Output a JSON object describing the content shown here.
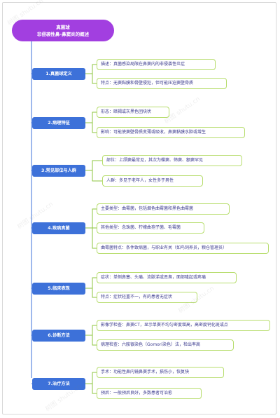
{
  "root": {
    "title": "真菌球",
    "subtitle": "非侵袭性鼻-鼻窦炎的概述"
  },
  "sections": [
    {
      "label": "1.真菌球定义",
      "leaves": [
        "描述：真菌感染局限在鼻窦内的非侵袭性炎症",
        "特点：无窦黏膜和骨壁侵犯，但可能压迫窦壁骨质"
      ]
    },
    {
      "label": "2.病理特征",
      "leaves": [
        "形态：暗褐或灰黑色团块状",
        "影响：可能使窦壁骨质变薄或吸收，鼻窦黏膜水肿或增生"
      ]
    },
    {
      "label": "3.常见部位与人群",
      "leaves": [
        "部位：上颌窦最常见，其次为蝶窦、筛窦、额窦罕见",
        "人群：多见于老年人，女性多于男性"
      ]
    },
    {
      "label": "4.致病真菌",
      "leaves": [
        "主要类型：曲霉菌，包括烟色曲霉菌和黑色曲霉菌",
        "其他类型：念珠菌、柠檬曲孢子菌、毛霉菌",
        "曲霉菌特点：条件致病菌，与职业有关（如鸟饲养员，粮仓管理员）"
      ]
    },
    {
      "label": "5.临床表现",
      "leaves": [
        "症状：单侧鼻塞、头痛、流脓涕或恶臭，面部隆起或疼痛",
        "特点：症状轻重不一，有的患者无症状"
      ]
    },
    {
      "label": "6.诊断方法",
      "leaves": [
        "影像学检查：鼻窦CT，显示单窦不均匀密度增高，高密度钙化斑或点",
        "病理检查：六胺银染色（Gomori染色）法，检出率高"
      ]
    },
    {
      "label": "7.治疗方法",
      "leaves": [
        "手术：功能性鼻内镜鼻窦手术，损伤小，恢复快",
        "预后：一般预后良好，多数患者可治愈"
      ]
    }
  ],
  "watermark": "树图 shutu.cn"
}
